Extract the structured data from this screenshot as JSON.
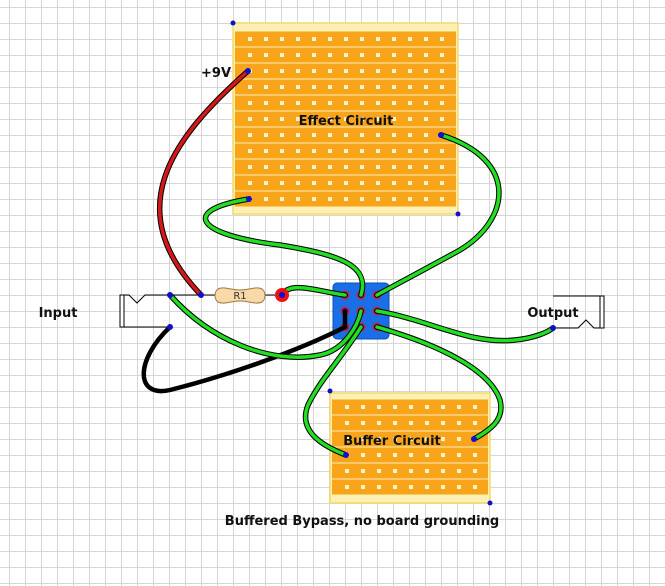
{
  "diagram": {
    "caption": "Buffered Bypass, no board grounding",
    "labels": {
      "input": "Input",
      "output": "Output",
      "power": "+9V",
      "resistor": "R1"
    },
    "boards": [
      {
        "id": "effect",
        "title": "Effect Circuit",
        "strips": 11,
        "holes_per_strip": 13
      },
      {
        "id": "buffer",
        "title": "Buffer Circuit",
        "strips": 6,
        "holes_per_strip": 9
      }
    ],
    "switch": {
      "type": "3PDT footswitch",
      "pins": 9
    },
    "wires": [
      {
        "id": "power-wire",
        "color": "red",
        "from": "+9V (effect board)",
        "to": "R1 / input jack"
      },
      {
        "id": "effect-in-wire",
        "color": "green",
        "from": "effect board",
        "to": "switch top-middle"
      },
      {
        "id": "effect-out-wire",
        "color": "green",
        "from": "effect board",
        "to": "switch top-right"
      },
      {
        "id": "led-wire",
        "color": "green",
        "from": "LED",
        "to": "switch top-left"
      },
      {
        "id": "input-wire",
        "color": "green",
        "from": "input jack",
        "to": "switch middle-middle"
      },
      {
        "id": "ground-wire",
        "color": "black",
        "from": "input jack sleeve",
        "to": "switch middle-left"
      },
      {
        "id": "output-wire",
        "color": "green",
        "from": "switch middle-right",
        "to": "output jack"
      },
      {
        "id": "buffer-in-wire",
        "color": "green",
        "from": "switch bottom-middle",
        "to": "buffer board"
      },
      {
        "id": "buffer-out-wire",
        "color": "green",
        "from": "switch bottom-right",
        "to": "buffer board"
      }
    ],
    "colors": {
      "board_bg": "#fdf0b4",
      "board_border": "#f5d86a",
      "strip": "#f9a51b",
      "hole": "#fdf3c9",
      "switch_body": "#1b6fe6",
      "wire_green": "#22dd22",
      "wire_red": "#d41818",
      "wire_black": "#000000",
      "pin": "#1010cc",
      "led": "#ee1111",
      "resistor": "#f9d9a8"
    }
  }
}
